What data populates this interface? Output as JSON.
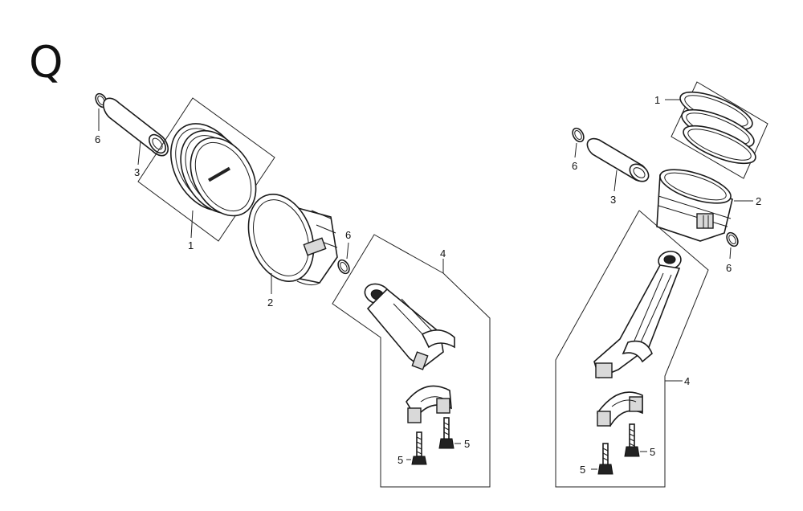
{
  "diagram": {
    "section_letter": "Q",
    "callouts": {
      "left_ring_circlip": "6",
      "left_pin": "3",
      "left_rings": "1",
      "left_piston": "2",
      "left_circlip_right": "6",
      "left_rod": "4",
      "left_bolt_left": "5",
      "left_bolt_right": "5",
      "right_rings": "1",
      "right_circlip_left": "6",
      "right_pin": "3",
      "right_piston": "2",
      "right_circlip_right": "6",
      "right_rod": "4",
      "right_bolt_right": "5",
      "right_bolt_left": "5"
    }
  }
}
